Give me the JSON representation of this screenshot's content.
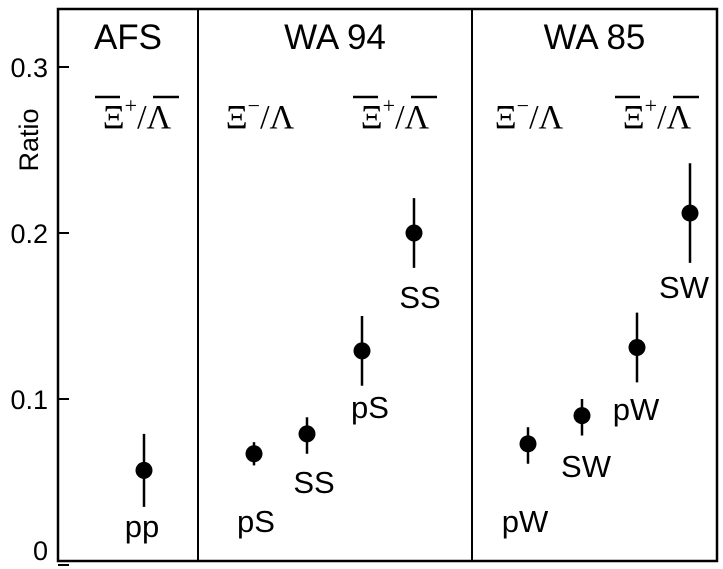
{
  "chart_data": {
    "type": "scatter",
    "ylabel": "Ratio",
    "ylim": [
      0,
      0.33
    ],
    "yticks": [
      {
        "value": 0,
        "label": "0"
      },
      {
        "value": 0.1,
        "label": "0.1"
      },
      {
        "value": 0.2,
        "label": "0.2"
      },
      {
        "value": 0.3,
        "label": "0.3"
      }
    ],
    "panels": [
      {
        "title": "AFS",
        "groups": [
          {
            "label_base": "Ξ",
            "label_sup": "+",
            "label_rest": "/Λ",
            "bar": true,
            "points": [
              {
                "label": "pp",
                "y": 0.057,
                "err_low": 0.022,
                "err_high": 0.022
              }
            ]
          }
        ]
      },
      {
        "title": "WA 94",
        "groups": [
          {
            "label_base": "Ξ",
            "label_sup": "−",
            "label_rest": "/Λ",
            "bar": false,
            "points": [
              {
                "label": "pS",
                "y": 0.067,
                "err_low": 0.007,
                "err_high": 0.007
              },
              {
                "label": "SS",
                "y": 0.079,
                "err_low": 0.012,
                "err_high": 0.01
              }
            ]
          },
          {
            "label_base": "Ξ",
            "label_sup": "+",
            "label_rest": "/Λ",
            "bar": true,
            "points": [
              {
                "label": "pS",
                "y": 0.129,
                "err_low": 0.021,
                "err_high": 0.021
              },
              {
                "label": "SS",
                "y": 0.2,
                "err_low": 0.021,
                "err_high": 0.021
              }
            ]
          }
        ]
      },
      {
        "title": "WA 85",
        "groups": [
          {
            "label_base": "Ξ",
            "label_sup": "−",
            "label_rest": "/Λ",
            "bar": false,
            "points": [
              {
                "label": "pW",
                "y": 0.073,
                "err_low": 0.012,
                "err_high": 0.01
              },
              {
                "label": "SW",
                "y": 0.09,
                "err_low": 0.012,
                "err_high": 0.01
              }
            ]
          },
          {
            "label_base": "Ξ",
            "label_sup": "+",
            "label_rest": "/Λ",
            "bar": true,
            "points": [
              {
                "label": "pW",
                "y": 0.131,
                "err_low": 0.021,
                "err_high": 0.021
              },
              {
                "label": "SW",
                "y": 0.212,
                "err_low": 0.03,
                "err_high": 0.03
              }
            ]
          }
        ]
      }
    ]
  }
}
